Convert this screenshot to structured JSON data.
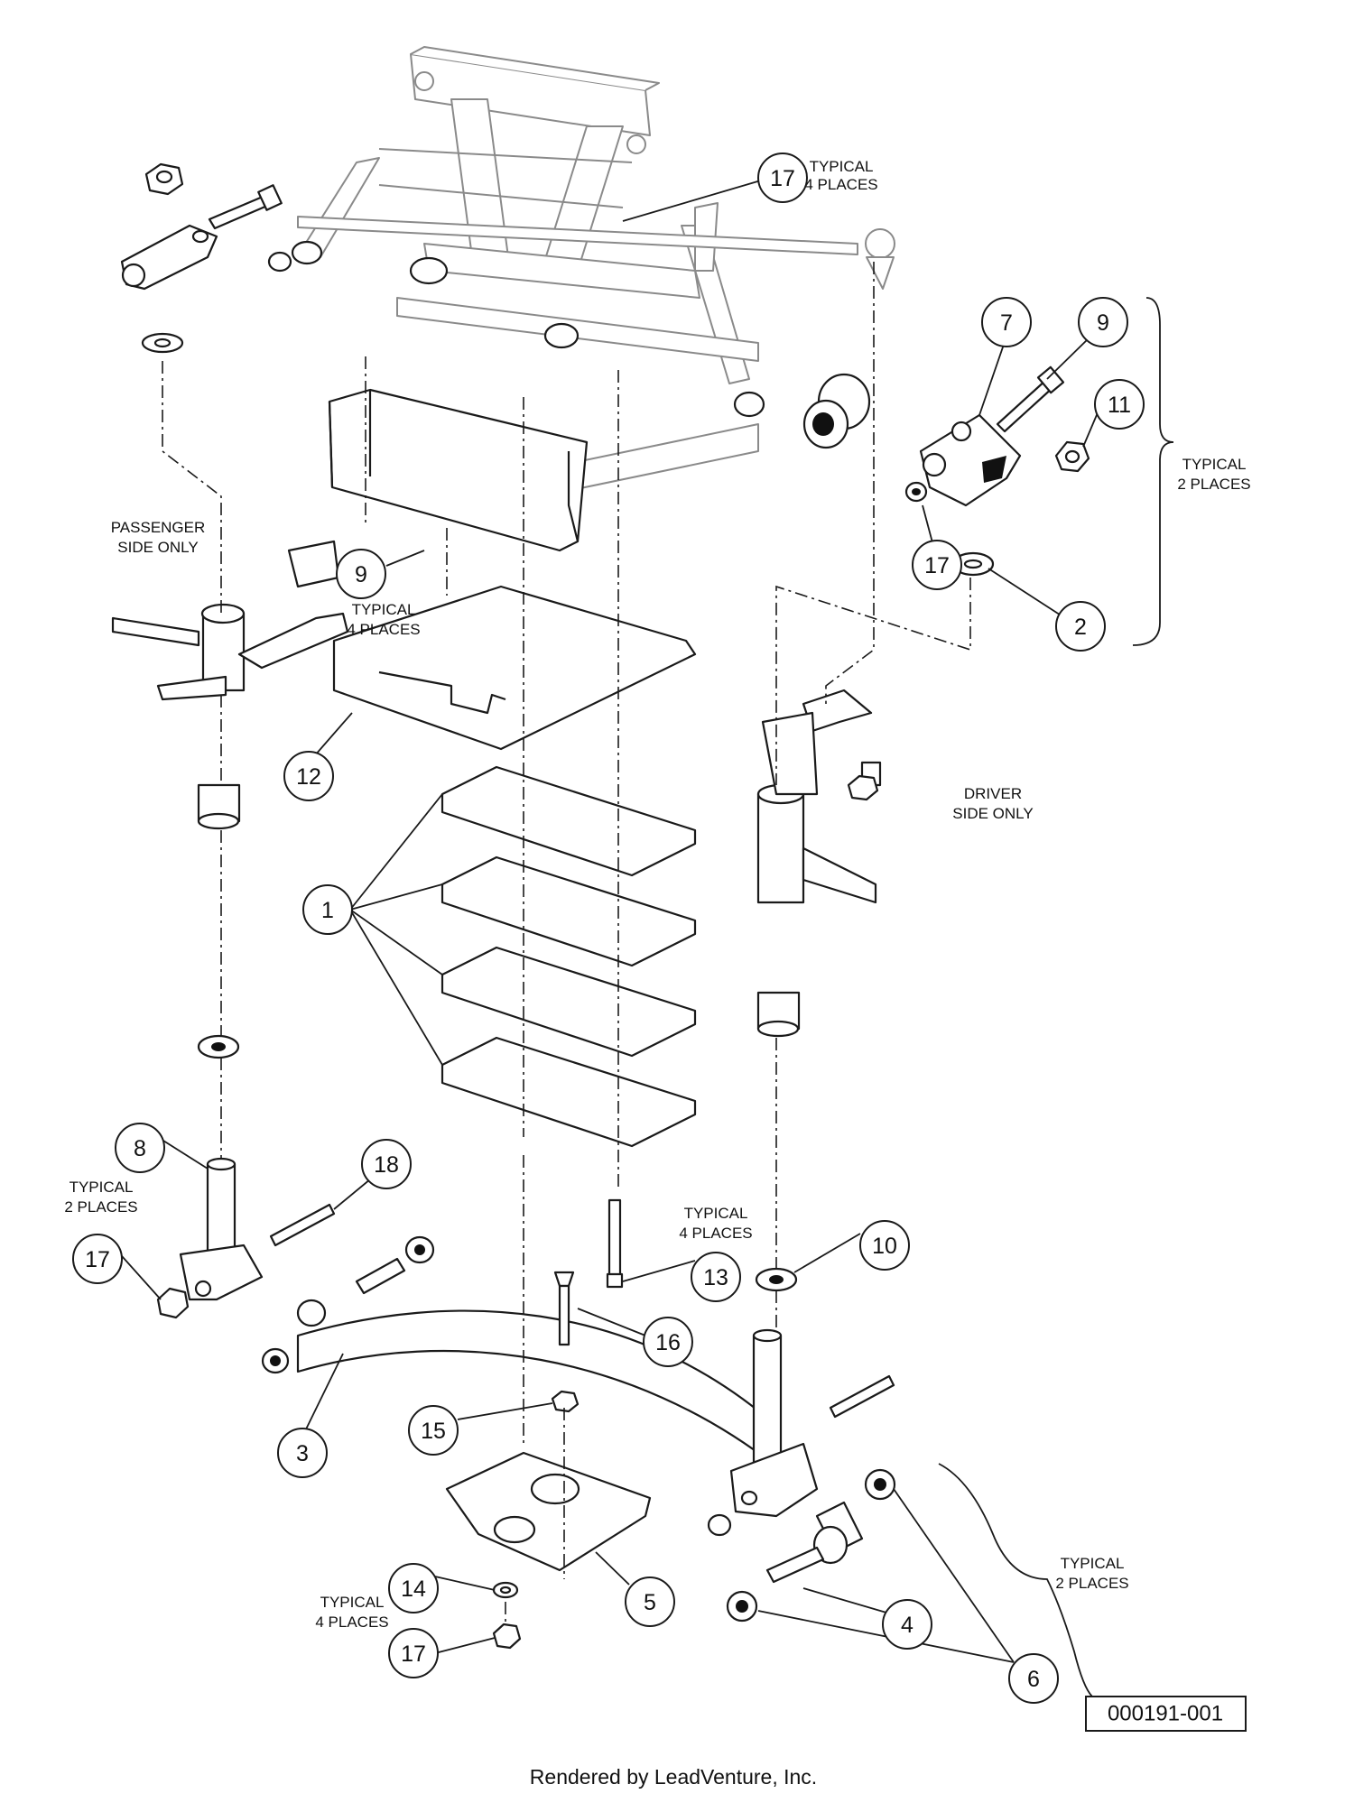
{
  "drawing_number": "000191-001",
  "footer": "Rendered by LeadVenture, Inc.",
  "notes": {
    "typical_4_places": [
      "TYPICAL",
      "4 PLACES"
    ],
    "typical_2_places": [
      "TYPICAL",
      "2 PLACES"
    ],
    "passenger_side_only": [
      "PASSENGER",
      "SIDE ONLY"
    ],
    "driver_side_only": [
      "DRIVER",
      "SIDE ONLY"
    ]
  },
  "callouts": [
    "17",
    "7",
    "9",
    "11",
    "17",
    "2",
    "9",
    "12",
    "1",
    "8",
    "18",
    "17",
    "13",
    "10",
    "16",
    "3",
    "15",
    "14",
    "17",
    "5",
    "4",
    "6"
  ]
}
